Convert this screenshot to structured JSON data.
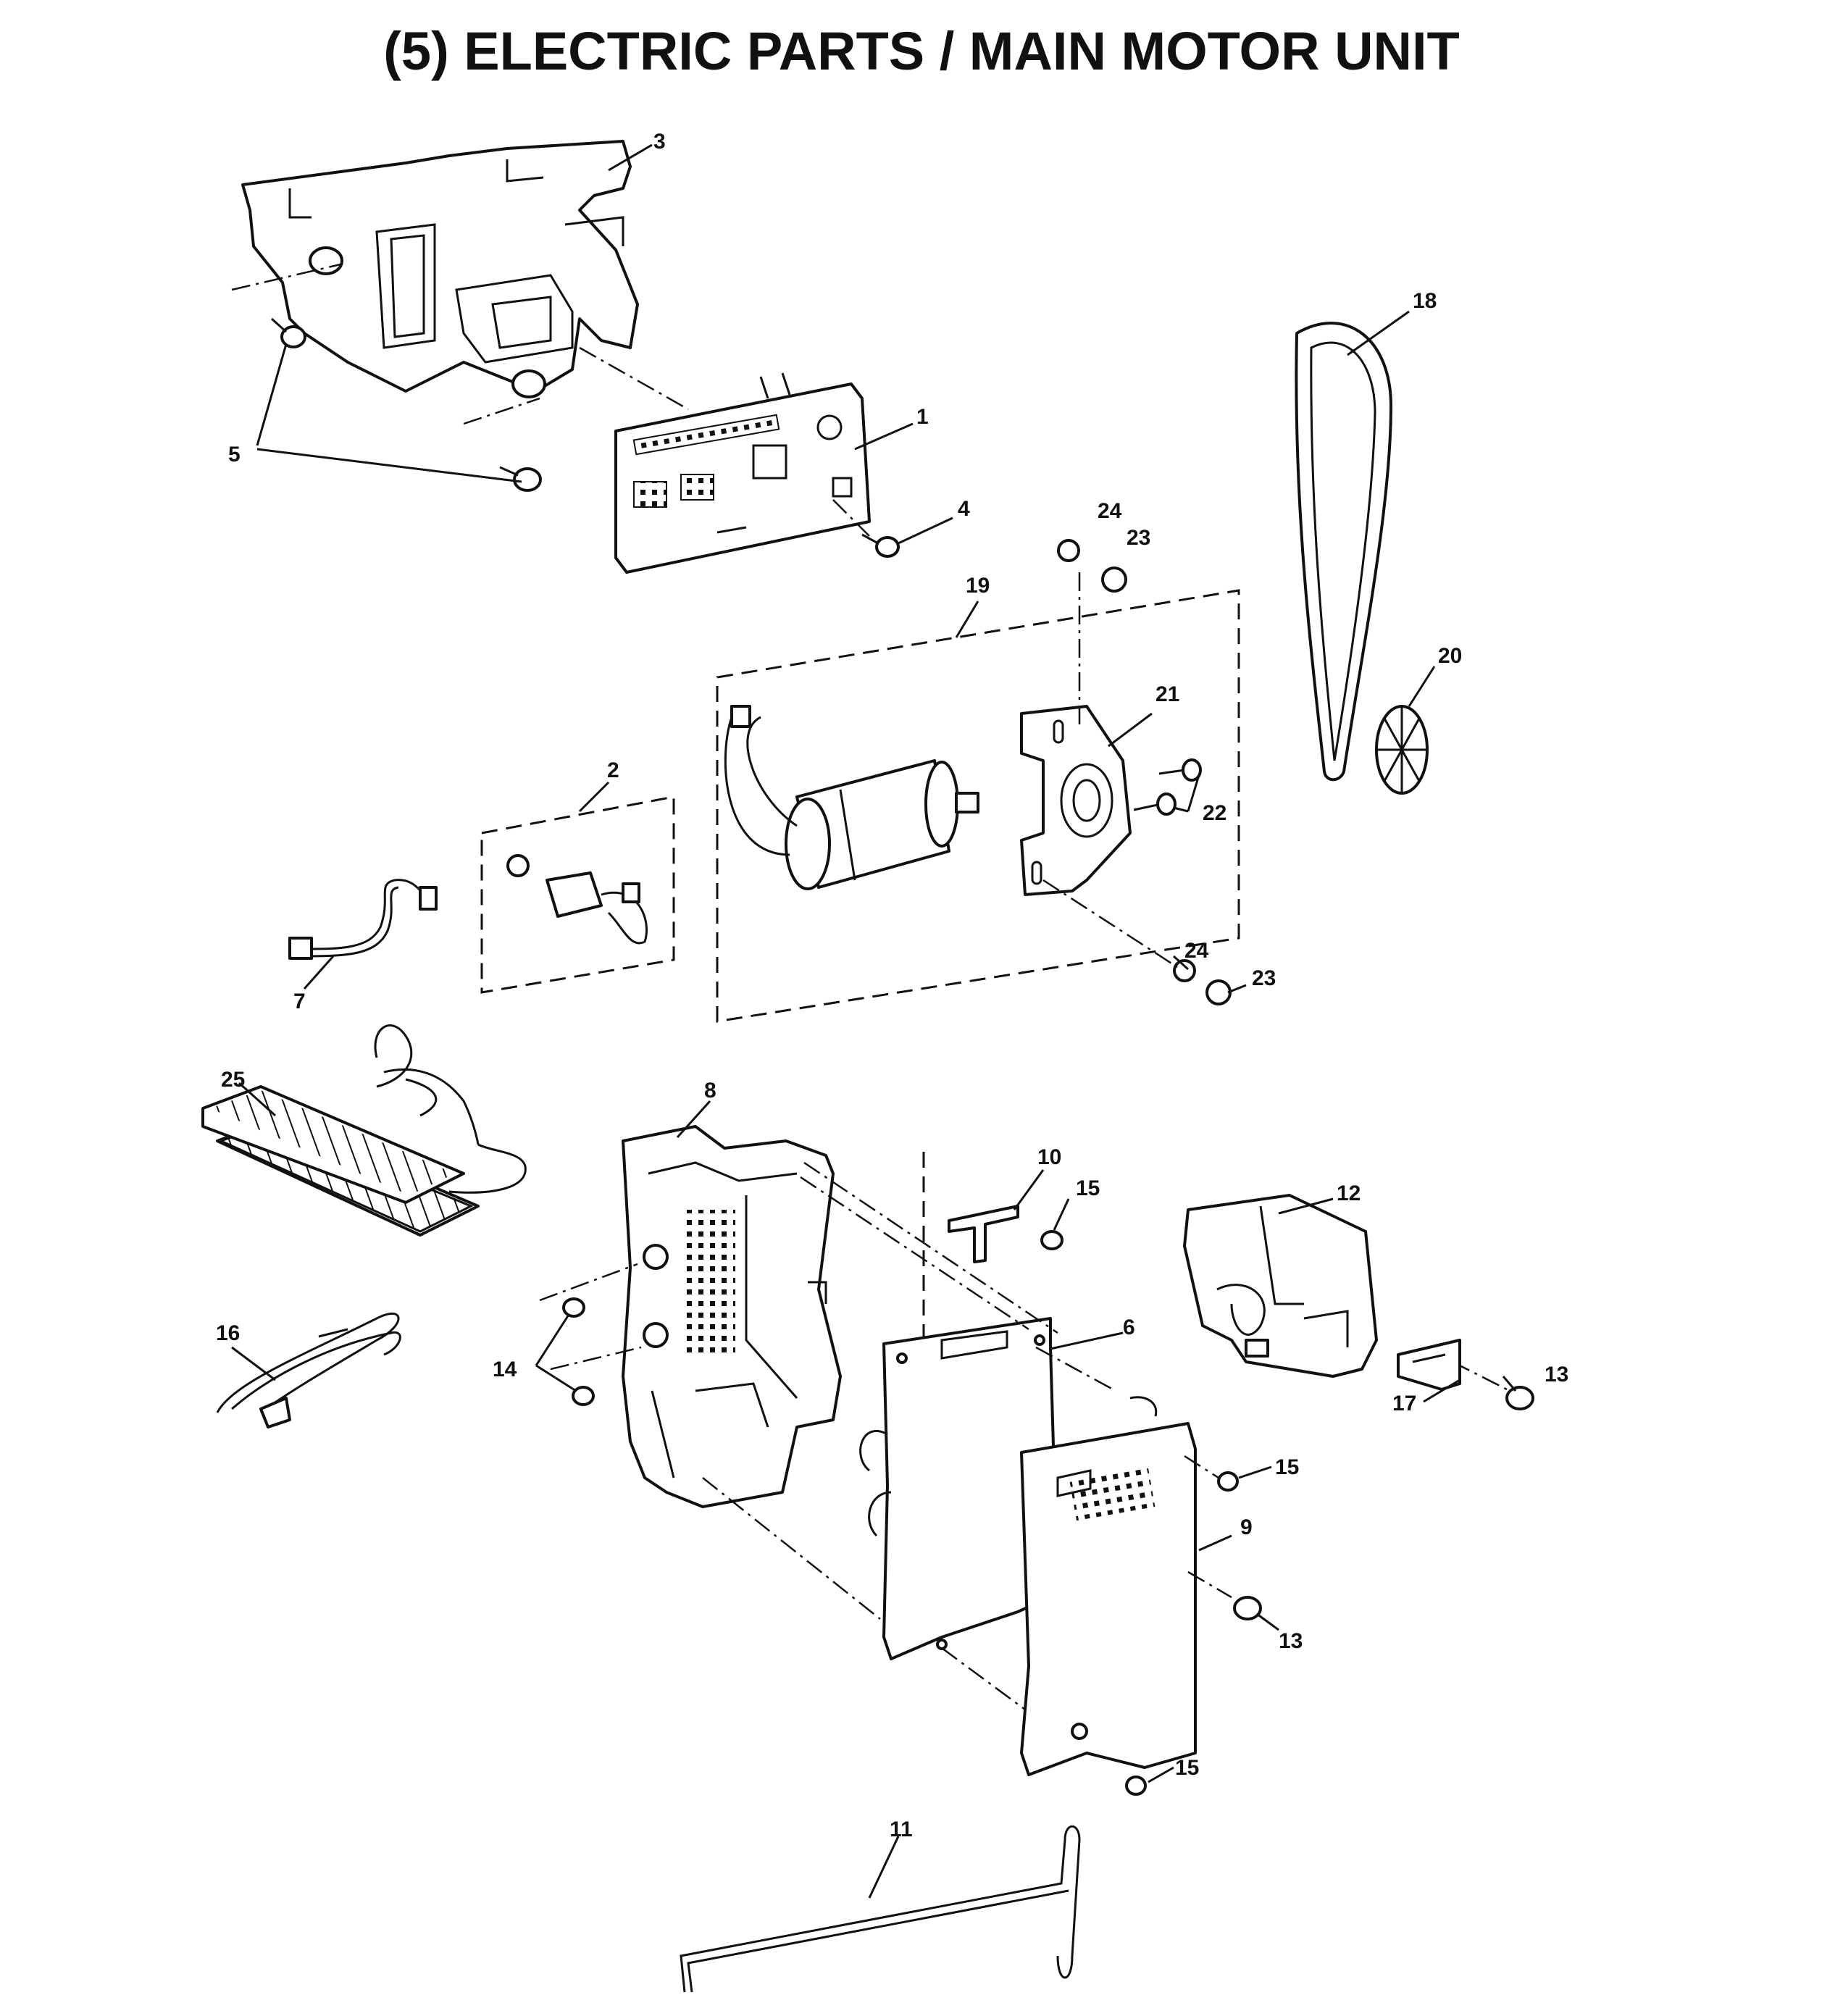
{
  "title": "(5) ELECTRIC PARTS / MAIN MOTOR UNIT",
  "callouts": {
    "c1": "1",
    "c2": "2",
    "c3": "3",
    "c4": "4",
    "c5": "5",
    "c6": "6",
    "c7": "7",
    "c8": "8",
    "c9": "9",
    "c10": "10",
    "c11": "11",
    "c12": "12",
    "c13a": "13",
    "c13b": "13",
    "c14": "14",
    "c15a": "15",
    "c15b": "15",
    "c15c": "15",
    "c16": "16",
    "c17": "17",
    "c18": "18",
    "c19": "19",
    "c20": "20",
    "c21": "21",
    "c22": "22",
    "c23a": "23",
    "c23b": "23",
    "c24a": "24",
    "c24b": "24",
    "c25": "25"
  }
}
